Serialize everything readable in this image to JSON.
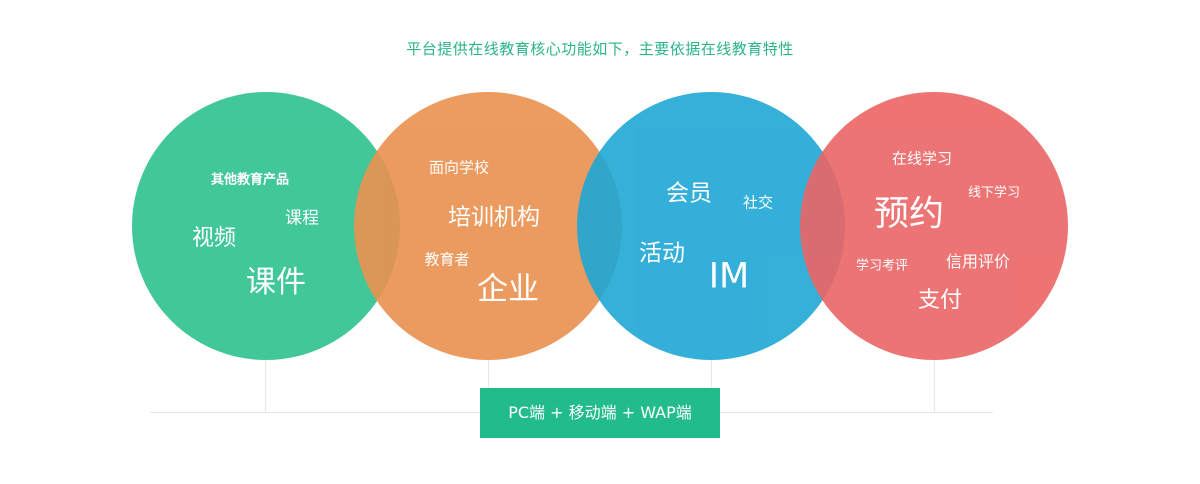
{
  "header": {
    "subtitle": "平台提供在线教育核心功能如下，主要依据在线教育特性"
  },
  "circles": [
    {
      "color": "#2ec18f",
      "words": [
        "其他教育产品",
        "课程",
        "视频",
        "课件"
      ]
    },
    {
      "color": "#eb914f",
      "words": [
        "面向学校",
        "培训机构",
        "教育者",
        "企业"
      ]
    },
    {
      "color": "#1ea7d5",
      "words": [
        "会员",
        "社交",
        "活动",
        "IM"
      ]
    },
    {
      "color": "#ec6565",
      "words": [
        "在线学习",
        "线下学习",
        "预约",
        "学习考评",
        "信用评价",
        "支付"
      ]
    }
  ],
  "footer": {
    "platform_label": "PC端 + 移动端 + WAP端"
  }
}
